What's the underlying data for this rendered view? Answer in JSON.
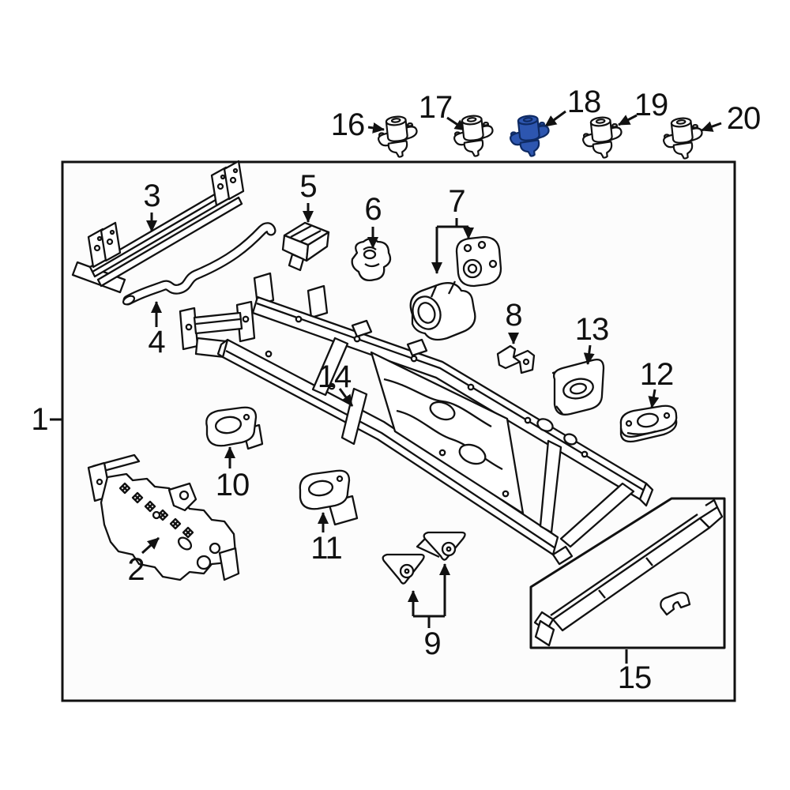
{
  "diagram": {
    "type": "exploded-parts-diagram",
    "subject": "vehicle frame assembly",
    "highlighted_callout": "18",
    "colors": {
      "background": "#ffffff",
      "panel": "#fcfcfc",
      "line": "#111111",
      "highlight_fill": "#2d56b0",
      "highlight_stroke": "#0e2a63"
    },
    "callouts": [
      {
        "label": "1"
      },
      {
        "label": "2"
      },
      {
        "label": "3"
      },
      {
        "label": "4"
      },
      {
        "label": "5"
      },
      {
        "label": "6"
      },
      {
        "label": "7"
      },
      {
        "label": "8"
      },
      {
        "label": "9"
      },
      {
        "label": "10"
      },
      {
        "label": "11"
      },
      {
        "label": "12"
      },
      {
        "label": "13"
      },
      {
        "label": "14"
      },
      {
        "label": "15"
      },
      {
        "label": "16"
      },
      {
        "label": "17"
      },
      {
        "label": "18"
      },
      {
        "label": "19"
      },
      {
        "label": "20"
      }
    ]
  }
}
